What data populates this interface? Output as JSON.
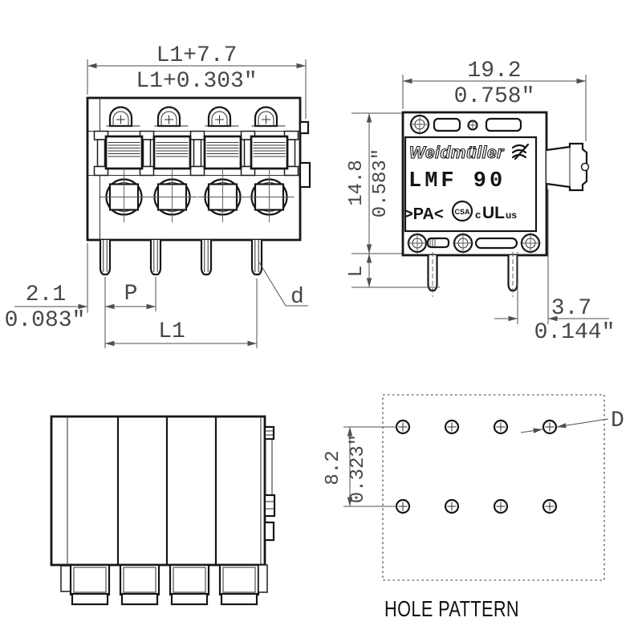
{
  "drawing": {
    "background_color": "#ffffff",
    "object_line_color": "#161616",
    "dimension_color": "#4f4f4f"
  },
  "front_view": {
    "positions": 4,
    "dim_overall_mm": "L1+7.7",
    "dim_overall_in": "L1+0.303\"",
    "dim_edge_to_pin_mm": "2.1",
    "dim_edge_to_pin_in": "0.083\"",
    "dim_pitch_label": "P",
    "dim_span_label": "L1",
    "pin_diameter_label": "d"
  },
  "side_view": {
    "dim_depth_mm": "19.2",
    "dim_depth_in": "0.758\"",
    "dim_height_mm": "14.8",
    "dim_height_in": "0.583\"",
    "pin_length_label": "L",
    "dim_pin_offset_mm": "3.7",
    "dim_pin_offset_in": "0.144\"",
    "nameplate": {
      "brand": "Weidmüller",
      "model": "LMF 90",
      "material_marking": ">PA<",
      "csa_mark": "CSA",
      "ul_prefix": "c",
      "ul_mark": "UL",
      "ul_suffix": "us"
    }
  },
  "hole_pattern": {
    "title": "HOLE PATTERN",
    "rows": 2,
    "columns": 4,
    "dim_row_spacing_mm": "8.2",
    "dim_row_spacing_in": "0.323\"",
    "hole_diameter_label": "D"
  }
}
